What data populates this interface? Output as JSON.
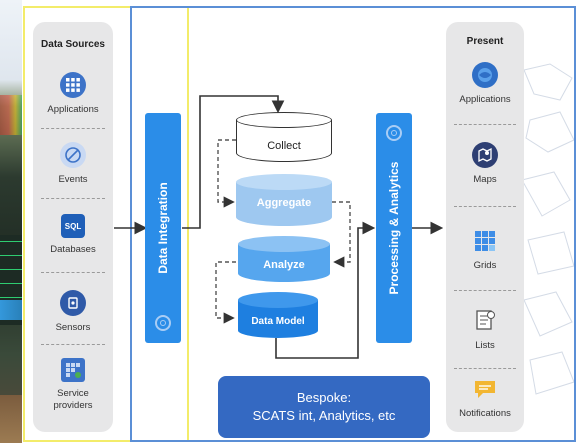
{
  "sources": {
    "title": "Data Sources",
    "items": [
      {
        "label": "Applications",
        "icon": "applications-icon"
      },
      {
        "label": "Events",
        "icon": "events-icon"
      },
      {
        "label": "Databases",
        "icon": "sql-database-icon",
        "icon_text": "SQL"
      },
      {
        "label": "Sensors",
        "icon": "sensor-icon"
      },
      {
        "label": "Service providers",
        "icon": "service-providers-icon"
      }
    ]
  },
  "integration": {
    "label": "Data Integration"
  },
  "pipeline": {
    "stages": [
      {
        "label": "Collect"
      },
      {
        "label": "Aggregate"
      },
      {
        "label": "Analyze"
      },
      {
        "label": "Data Model"
      }
    ]
  },
  "processing": {
    "label": "Processing & Analytics"
  },
  "present": {
    "title": "Present",
    "items": [
      {
        "label": "Applications",
        "icon": "applications-globe-icon"
      },
      {
        "label": "Maps",
        "icon": "maps-icon"
      },
      {
        "label": "Grids",
        "icon": "grids-icon"
      },
      {
        "label": "Lists",
        "icon": "lists-icon"
      },
      {
        "label": "Notifications",
        "icon": "notifications-icon"
      }
    ]
  },
  "bespoke": {
    "line1": "Bespoke:",
    "line2": "SCATS int, Analytics, etc"
  },
  "colors": {
    "blue_bar": "#2b8de8",
    "dark_blue": "#3469c2",
    "yellow_frame": "#f3ec6a",
    "blue_frame": "#5b8fd6"
  }
}
